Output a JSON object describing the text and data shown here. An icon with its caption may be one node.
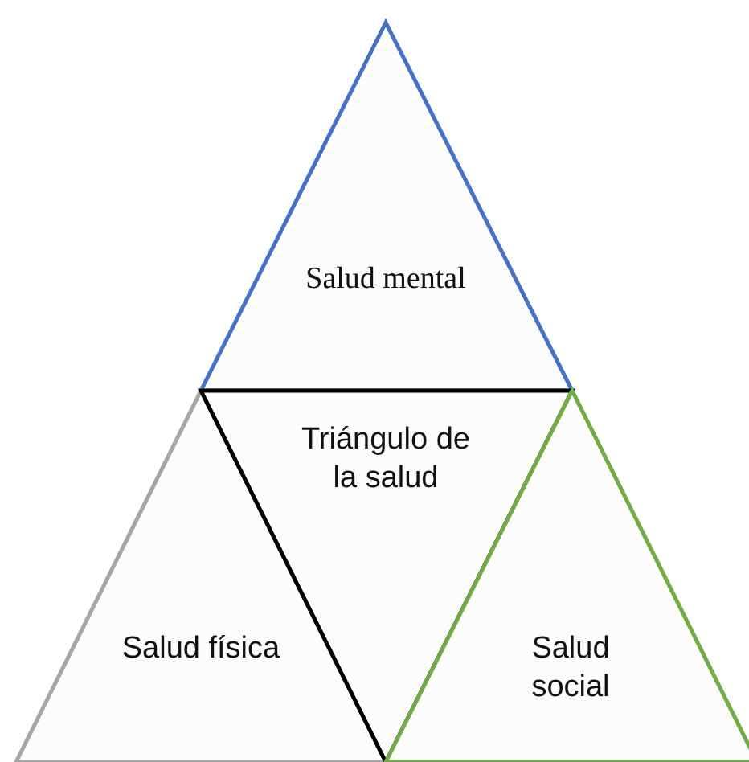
{
  "diagram": {
    "nodes": [
      {
        "text": [
          "Salud mental"
        ]
      },
      {
        "text": [
          "Triángulo de la salud"
        ]
      },
      {
        "text": [
          "Salud física"
        ]
      },
      {
        "text": [
          "Salud social"
        ]
      }
    ]
  }
}
